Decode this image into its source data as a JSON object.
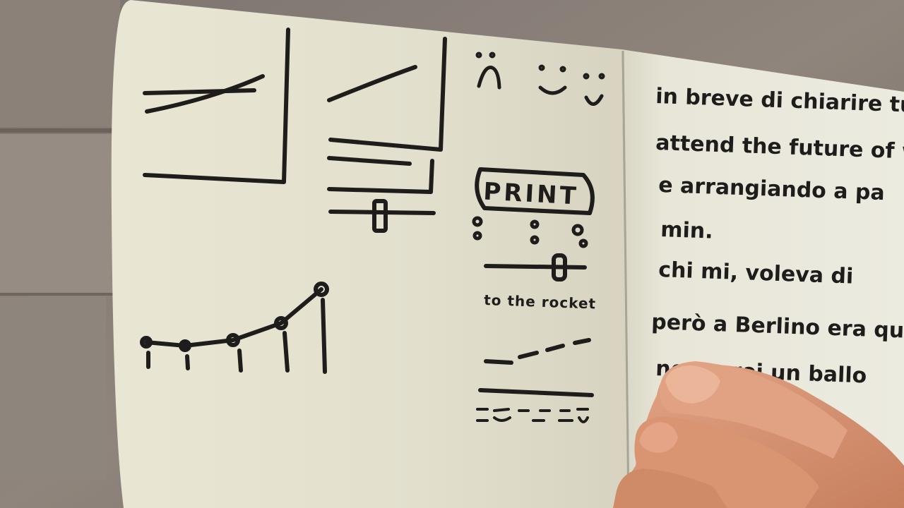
{
  "photo": {
    "subject": "open sketchbook held by hand",
    "colors": {
      "paper": "#e3e0cf",
      "paper_right": "#e7e5d6",
      "ink": "#1f1d1c",
      "background": "#8a7f76",
      "skin": "#d99472"
    }
  },
  "left_page": {
    "button_label": "PRINT",
    "slider_caption": "to the rocket"
  },
  "right_page": {
    "lines": [
      "in breve di chiarire tu li dimo",
      "attend the future of w",
      "e arrangiando a pa",
      "min.",
      "chi mi, voleva di",
      "però a Berlino era qua",
      "ne vorrei un ballo"
    ]
  }
}
